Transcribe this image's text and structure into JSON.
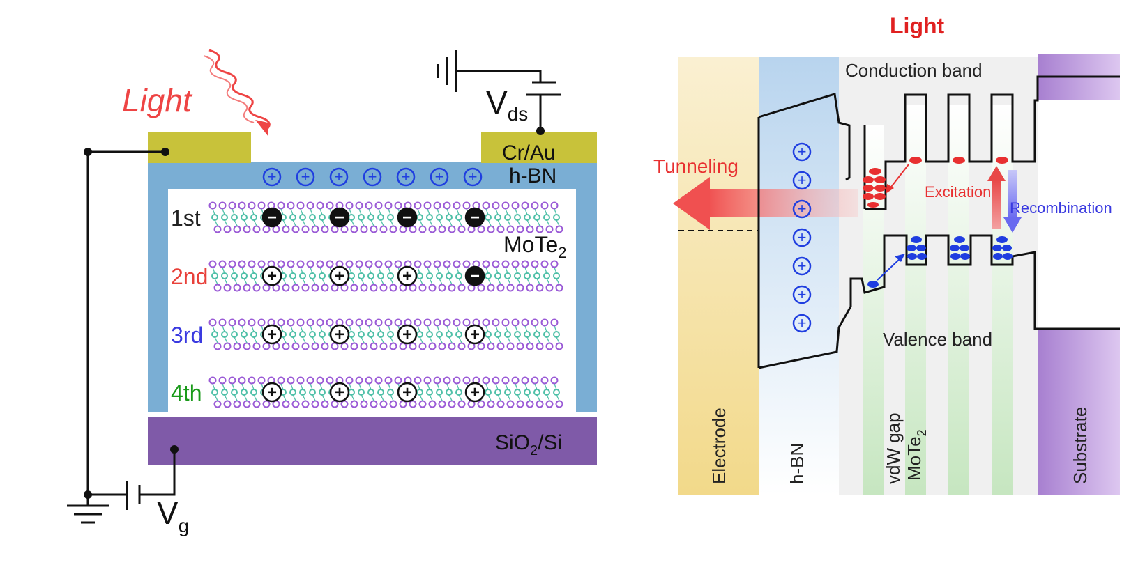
{
  "left_panel": {
    "light_label": "Light",
    "vds_main": "V",
    "vds_sub": "ds",
    "vg_main": "V",
    "vg_sub": "g",
    "contact_label": "Cr/Au",
    "hbn_label": "h-BN",
    "mote2_main": "MoTe",
    "mote2_sub": "2",
    "substrate_main": "SiO",
    "substrate_sub": "2",
    "substrate_tail": "/Si",
    "layers": [
      {
        "label": "1st",
        "color": "#222222",
        "charges": [
          "−",
          "−",
          "−",
          "−"
        ]
      },
      {
        "label": "2nd",
        "color": "#e8403a",
        "charges": [
          "+",
          "+",
          "+",
          "−"
        ]
      },
      {
        "label": "3rd",
        "color": "#3a3ae0",
        "charges": [
          "+",
          "+",
          "+",
          "+"
        ]
      },
      {
        "label": "4th",
        "color": "#1a9a1a",
        "charges": [
          "+",
          "+",
          "+",
          "+"
        ]
      }
    ],
    "hbn_charges": [
      "+",
      "+",
      "+",
      "+",
      "+",
      "+",
      "+"
    ]
  },
  "right_panel": {
    "light_label": "Light",
    "conduction_band": "Conduction band",
    "valence_band": "Valence band",
    "tunneling": "Tunneling",
    "excitation": "Excitation",
    "recombination": "Recombination",
    "regions": {
      "electrode": "Electrode",
      "hbn": "h-BN",
      "vdw_gap": "vdW gap",
      "mote2_main": "MoTe",
      "mote2_sub": "2",
      "substrate": "Substrate"
    },
    "hbn_charges": [
      "+",
      "+",
      "+",
      "+",
      "+",
      "+",
      "+"
    ]
  },
  "colors": {
    "contact": "#c8c23a",
    "hbn": "#7aaed4",
    "substrate": "#7f5aa8",
    "light_red": "#ee4444",
    "hole_blue": "#1f3ee0",
    "electrode_band": "#f6e3a8",
    "substrate_band": "#c49ee0"
  }
}
